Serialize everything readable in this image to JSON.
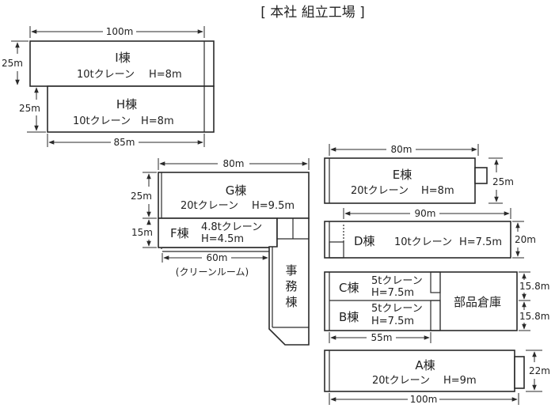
{
  "title": "[ 本社 組立工場 ]",
  "buildings": {
    "I": {
      "name": "I棟",
      "crane": "10tクレーン",
      "height": "H=8m"
    },
    "H": {
      "name": "H棟",
      "crane": "10tクレーン",
      "height": "H=8m"
    },
    "G": {
      "name": "G棟",
      "crane": "20tクレーン",
      "height": "H=9.5m"
    },
    "F": {
      "name": "F棟",
      "crane": "4.8tクレーン",
      "height": "H=4.5m"
    },
    "E": {
      "name": "E棟",
      "crane": "20tクレーン",
      "height": "H=8m"
    },
    "D": {
      "name": "D棟",
      "crane": "10tクレーン",
      "height": "H=7.5m"
    },
    "C": {
      "name": "C棟",
      "crane": "5tクレーン",
      "height": "H=7.5m"
    },
    "B": {
      "name": "B棟",
      "crane": "5tクレーン",
      "height": "H=7.5m"
    },
    "A": {
      "name": "A棟",
      "crane": "20tクレーン",
      "height": "H=9m"
    },
    "office": {
      "c1": "事",
      "c2": "務",
      "c3": "棟"
    },
    "parts": {
      "name": "部品倉庫"
    }
  },
  "dimensions": {
    "i_width": "100m",
    "i_depth": "25m",
    "h_depth": "25m",
    "h_width": "85m",
    "g_width": "80m",
    "g_depth": "25m",
    "f_depth": "15m",
    "f_width": "60m",
    "f_note": "(クリーンルーム)",
    "e_width": "80m",
    "e_depth": "25m",
    "d_width": "90m",
    "d_depth": "20m",
    "c_depth": "15.8m",
    "b_depth": "15.8m",
    "b_width": "55m",
    "a_depth": "22m",
    "a_width": "100m"
  }
}
